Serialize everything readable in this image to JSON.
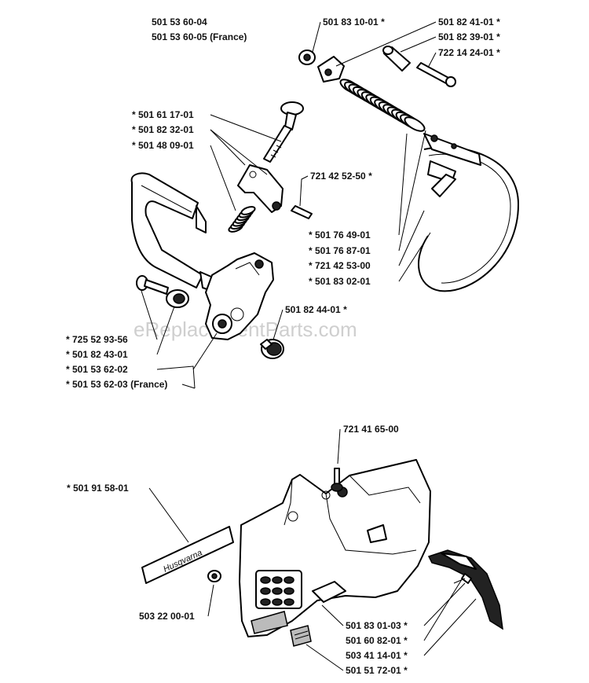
{
  "header_labels": [
    "501 53 60-04",
    "501 53 60-05 (France)"
  ],
  "watermark": "eReplacementParts.com",
  "labels": [
    {
      "id": "p1",
      "text": "501 83 10-01 *"
    },
    {
      "id": "p2",
      "text": "501 82 41-01 *"
    },
    {
      "id": "p3",
      "text": "501 82 39-01 *"
    },
    {
      "id": "p4",
      "text": "722 14 24-01 *"
    },
    {
      "id": "p5",
      "text": "* 501 61 17-01"
    },
    {
      "id": "p6",
      "text": "* 501 82 32-01"
    },
    {
      "id": "p7",
      "text": "* 501 48 09-01"
    },
    {
      "id": "p8",
      "text": "721 42 52-50 *"
    },
    {
      "id": "p9",
      "text": "* 501 76 49-01"
    },
    {
      "id": "p10",
      "text": "* 501 76 87-01"
    },
    {
      "id": "p11",
      "text": "* 721 42 53-00"
    },
    {
      "id": "p12",
      "text": "* 501 83 02-01"
    },
    {
      "id": "p13",
      "text": "501 82 44-01 *"
    },
    {
      "id": "p14",
      "text": "* 725 52 93-56"
    },
    {
      "id": "p15",
      "text": "* 501 82 43-01"
    },
    {
      "id": "p16",
      "text": "* 501 53 62-02"
    },
    {
      "id": "p17",
      "text": "* 501 53 62-03 (France)"
    },
    {
      "id": "p18",
      "text": "721 41 65-00"
    },
    {
      "id": "p19",
      "text": "* 501 91 58-01"
    },
    {
      "id": "p20",
      "text": "503 22 00-01"
    },
    {
      "id": "p21",
      "text": "501 83 01-03 *"
    },
    {
      "id": "p22",
      "text": "501 60 82-01 *"
    },
    {
      "id": "p23",
      "text": "503 41 14-01 *"
    },
    {
      "id": "p24",
      "text": "501 51 72-01 *"
    }
  ],
  "decal_text": "Husqvarna"
}
